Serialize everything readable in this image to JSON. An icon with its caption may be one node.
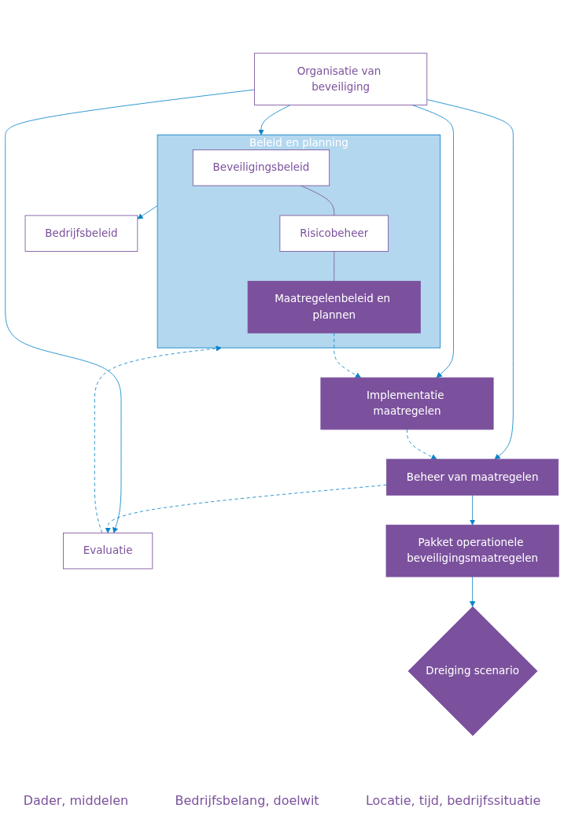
{
  "diagram": {
    "nodes": [
      {
        "text": [
          "Bedrijfsbeleid"
        ]
      },
      {
        "text": [
          "Beleid en planning"
        ]
      },
      {
        "text": [
          "Beveiligingsbeleid"
        ],
        "in": 1
      },
      {
        "text": [
          "Risicobeheer"
        ],
        "in": 1
      },
      {
        "text": [
          "Maatregelenbeleid en plannen"
        ],
        "in": 1
      },
      {
        "text": [
          "Evaluatie"
        ]
      },
      {
        "text": [
          "Organisatie van beveiliging"
        ]
      },
      {
        "text": [
          "Implementatie maatregelen"
        ]
      },
      {
        "text": [
          "Beheer van maatregelen"
        ]
      },
      {
        "text": [
          "Pakket operationele beveiligingsmaatregelen"
        ]
      },
      {
        "text": [
          "Dreiging scenario"
        ]
      }
    ],
    "edges": [
      {
        "from": 1,
        "to": 0,
        "arrow": "to"
      },
      {
        "from": 2,
        "to": 3,
        "arrow": "none",
        "color": "#7b519d"
      },
      {
        "from": 3,
        "to": 4,
        "arrow": "none",
        "color": "#7b519d"
      },
      {
        "from": 6,
        "to": 1,
        "arrow": "to"
      },
      {
        "from": 6,
        "to": 5,
        "arrow": "to"
      },
      {
        "from": 6,
        "to": 7,
        "arrow": "to"
      },
      {
        "from": 6,
        "to": 8,
        "arrow": "to"
      },
      {
        "from": 4,
        "to": 7,
        "arrow": "to",
        "style": "dashed"
      },
      {
        "from": 7,
        "to": 8,
        "arrow": "to",
        "style": "dashed"
      },
      {
        "from": 8,
        "to": 5,
        "arrow": "to",
        "style": "dashed"
      },
      {
        "from": 5,
        "to": 1,
        "arrow": "to",
        "style": "dashed"
      },
      {
        "from": 8,
        "to": 9,
        "arrow": "to"
      },
      {
        "from": 9,
        "to": 10,
        "arrow": "to"
      }
    ],
    "labels": [
      "Dader, middelen",
      "Bedrijfsbelang, doelwit",
      "Locatie, tijd, bedrijfssituatie"
    ]
  }
}
